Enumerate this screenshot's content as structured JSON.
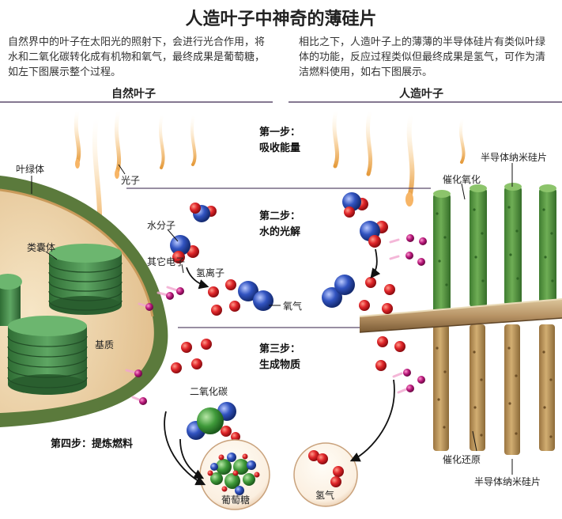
{
  "title": "人造叶子中神奇的薄硅片",
  "intro": {
    "left": "自然界中的叶子在太阳光的照射下，会进行光合作用，将水和二氧化碳转化成有机物和氧气，最终成果是葡萄糖，如左下图展示整个过程。",
    "right": "相比之下，人造叶子上的薄薄的半导体硅片有类似叶绿体的功能，反应过程类似但最终成果是氢气，可作为清洁燃料使用，如右下图展示。"
  },
  "columns": {
    "natural": "自然叶子",
    "artificial": "人造叶子"
  },
  "steps": {
    "s1": {
      "label": "第一步：",
      "name": "吸收能量"
    },
    "s2": {
      "label": "第二步：",
      "name": "水的光解"
    },
    "s3": {
      "label": "第三步：",
      "name": "生成物质"
    },
    "s4": "第四步：提炼燃料"
  },
  "labels": {
    "chloroplast": "叶绿体",
    "photon": "光子",
    "water": "水分子",
    "thylakoid": "类囊体",
    "electron": "其它电子",
    "hydrogen_ion": "氢离子",
    "oxygen": "氧气",
    "stroma": "基质",
    "co2": "二氧化碳",
    "catalyst_ox": "催化氧化",
    "nano_top": "半导体纳米硅片",
    "catalyst_red": "催化还原",
    "nano_bottom": "半导体纳米硅片"
  },
  "products": {
    "glucose": "葡萄糖",
    "hydrogen": "氢气"
  },
  "colors": {
    "leaf_green": "#4f9a55",
    "oxide_green": "#55963e",
    "reduce_tan": "#b9935a",
    "hydrogen_red": "#e0262a",
    "oxygen_blue": "#2f4fb5",
    "electron_magenta": "#b8177a"
  }
}
